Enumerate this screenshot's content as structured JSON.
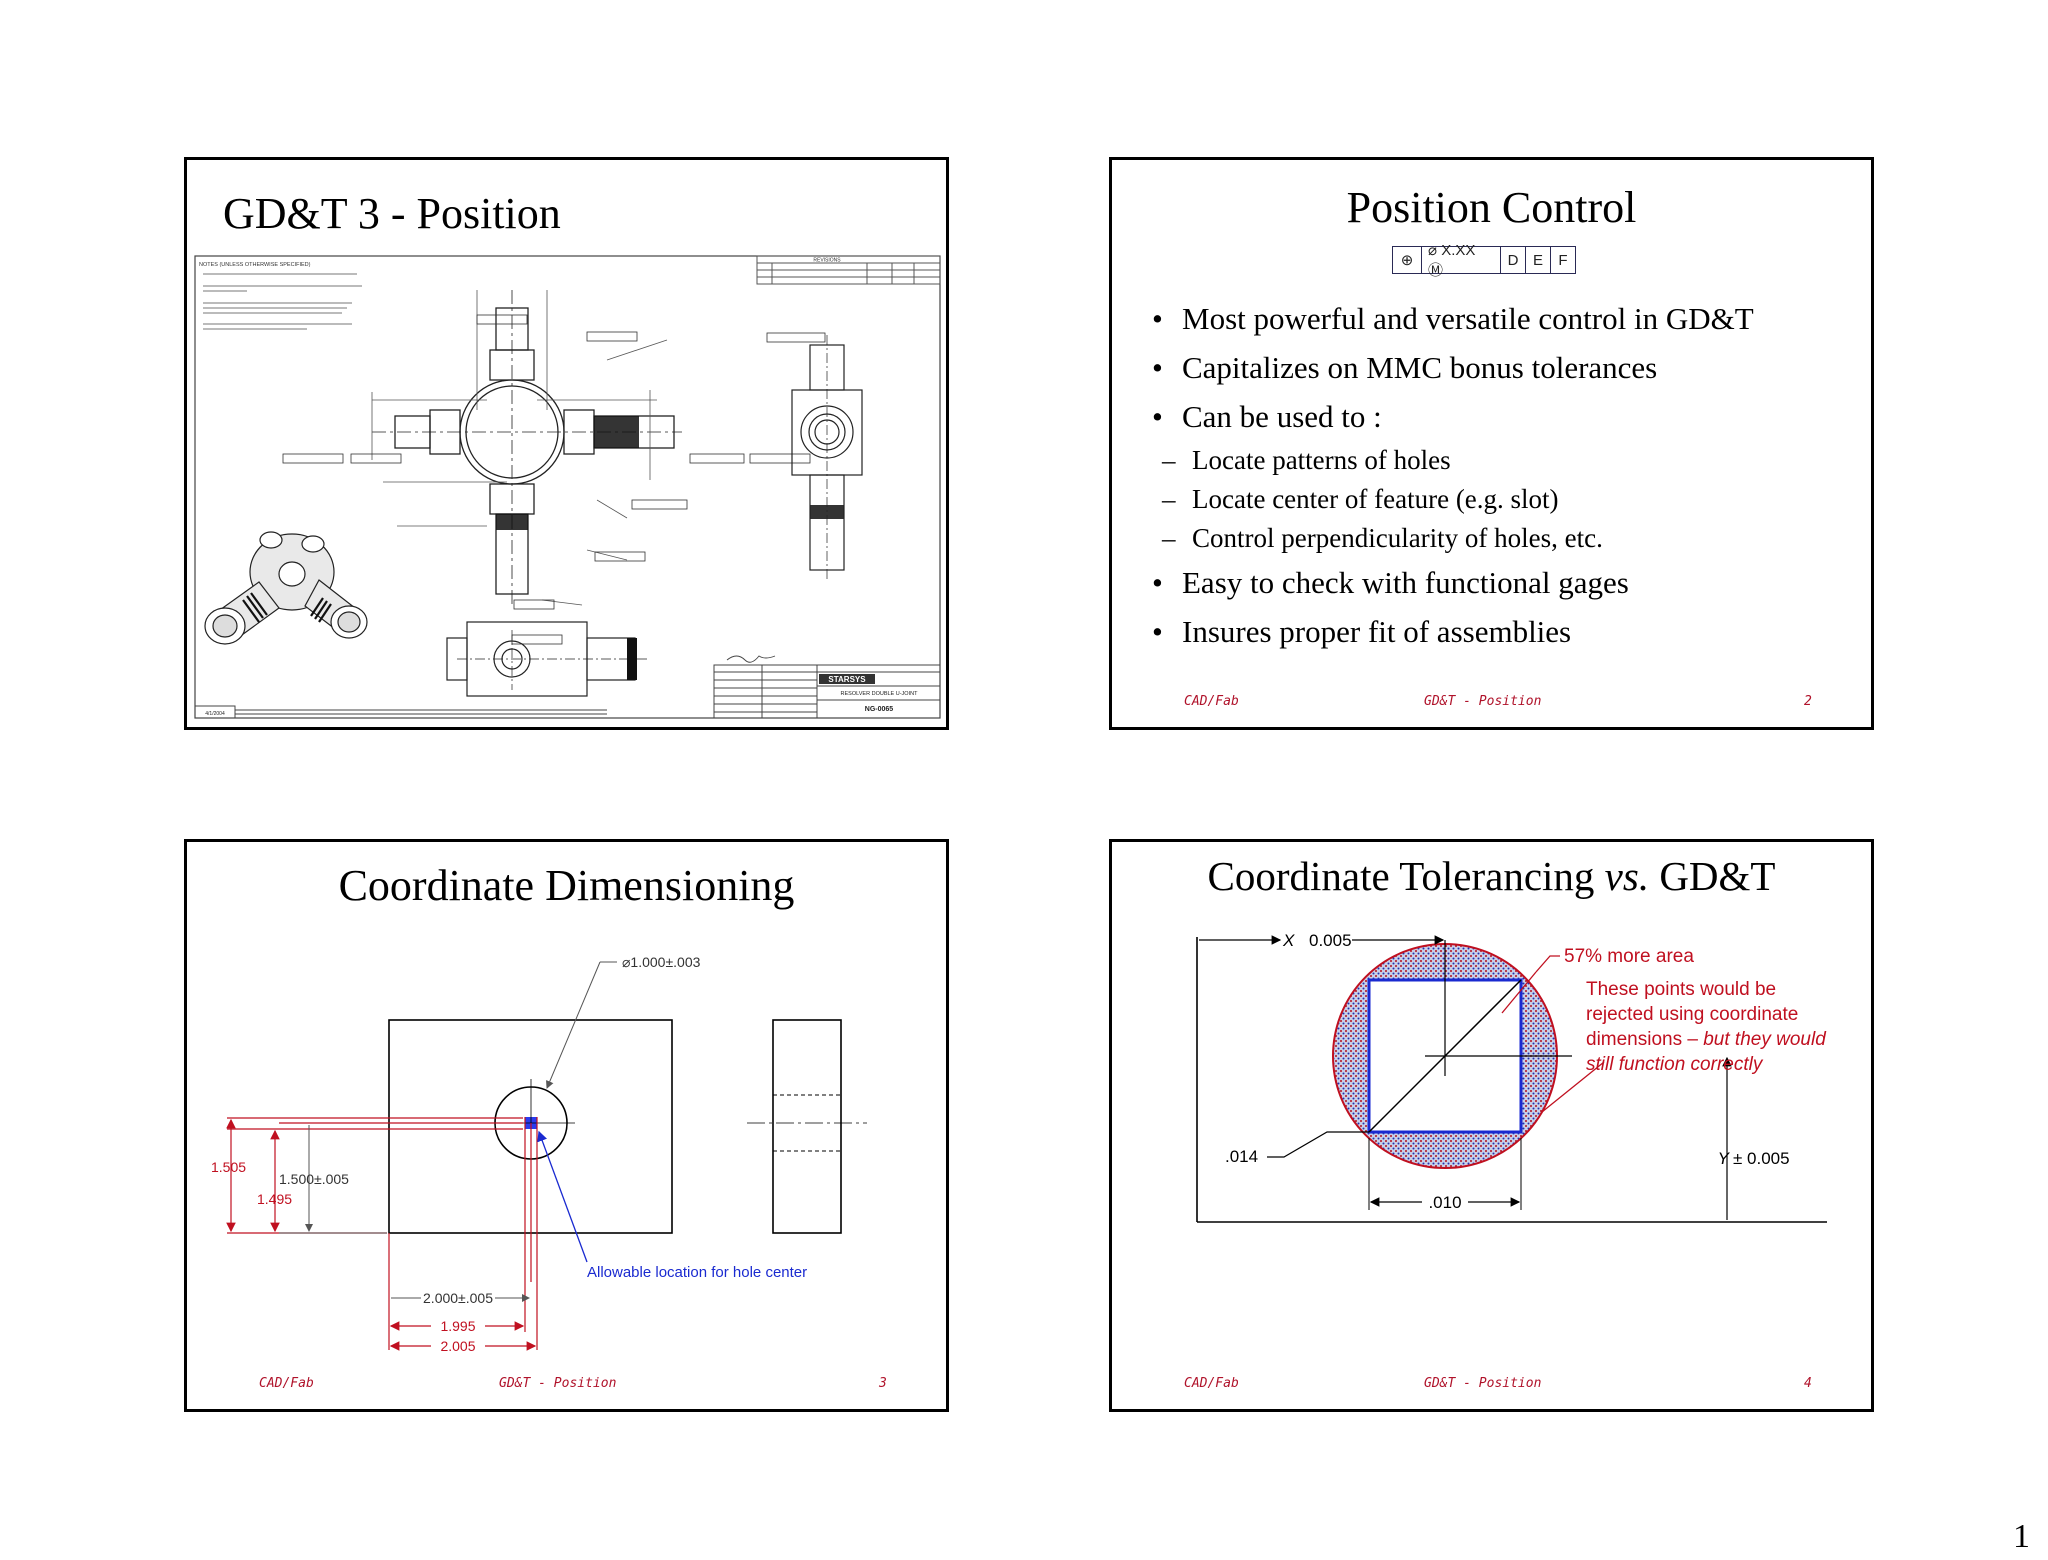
{
  "slides": [
    {
      "title": "GD&T 3 - Position",
      "drawing": {
        "notes_header": "NOTES (UNLESS OTHERWISE SPECIFIED)",
        "revisions_header": "REVISIONS",
        "title_block": "RESOLVER DOUBLE U-JOINT",
        "company": "STARSYS",
        "part_number": "NG-0065",
        "date_stamp": "4/1/2004"
      }
    },
    {
      "title": "Position Control",
      "feature_control_frame": [
        "⊕",
        "⌀ X.XX Ⓜ",
        "D",
        "E",
        "F"
      ],
      "bullets": [
        "Most powerful and versatile control in GD&T",
        "Capitalizes on MMC bonus tolerances",
        "Can be used to :"
      ],
      "sub_bullets": [
        "Locate patterns of holes",
        "Locate center of feature (e.g. slot)",
        "Control perpendicularity of holes, etc."
      ],
      "bullets_after": [
        "Easy to check with functional gages",
        "Insures proper fit of assemblies"
      ],
      "footer": {
        "left": "CAD/Fab",
        "center": "GD&T - Position",
        "page": "2"
      }
    },
    {
      "title": "Coordinate Dimensioning",
      "labels": {
        "diameter": "⌀1.000±.003",
        "y_max": "1.505",
        "y_nominal": "1.500±.005",
        "y_min": "1.495",
        "x_nominal": "2.000±.005",
        "x_min": "1.995",
        "x_max": "2.005",
        "hole_center_note": "Allowable location for hole center"
      },
      "footer": {
        "left": "CAD/Fab",
        "center": "GD&T - Position",
        "page": "3"
      }
    },
    {
      "title_main": "Coordinate Tolerancing ",
      "title_italic": "vs.",
      "title_end": " GD&T",
      "labels": {
        "x_axis": "X",
        "x_tol": "0.005",
        "more_area": "57% more area",
        "note_line1": "These points would be",
        "note_line2": "rejected using coordinate",
        "note_line3a": "dimensions – ",
        "note_line3b": "but they would",
        "note_line4": "still function correctly",
        "diag": ".014",
        "y_axis": "Y",
        "y_tol": "± 0.005",
        "width": ".010"
      },
      "footer": {
        "left": "CAD/Fab",
        "center": "GD&T - Position",
        "page": "4"
      }
    }
  ],
  "handout_page": "1"
}
